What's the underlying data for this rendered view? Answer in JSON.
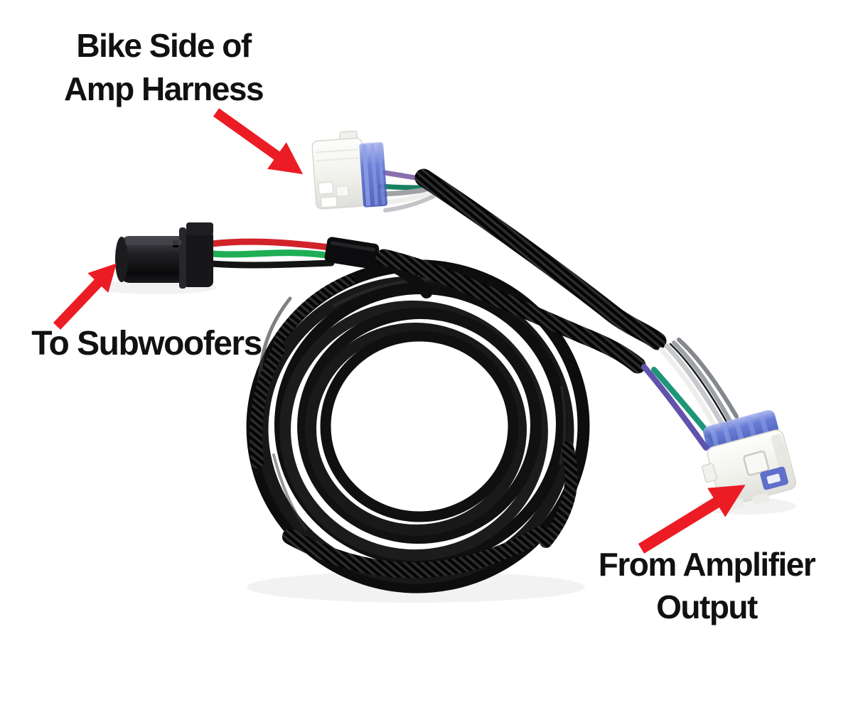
{
  "labels": {
    "bike_side": {
      "line1": "Bike Side of",
      "line2": "Amp Harness"
    },
    "subwoofers": {
      "text": "To Subwoofers"
    },
    "amplifier_output": {
      "line1": "From Amplifier",
      "line2": "Output"
    }
  },
  "colors": {
    "arrow_red": "#ec1c24",
    "label_text": "#111111",
    "cable_black": "#121212",
    "connector_blue": "#5a6fd0",
    "connector_white": "#f4f4f1",
    "connector_black": "#1a1a1d",
    "wire_purple": "#8a6fae",
    "wire_indigo": "#6152ac",
    "wire_teal": "#17805f",
    "wire_green": "#1fae54",
    "wire_red": "#d2222a",
    "wire_gray": "#9fa2a7",
    "wire_white": "#eeeeec",
    "page_bg": "#ffffff"
  }
}
